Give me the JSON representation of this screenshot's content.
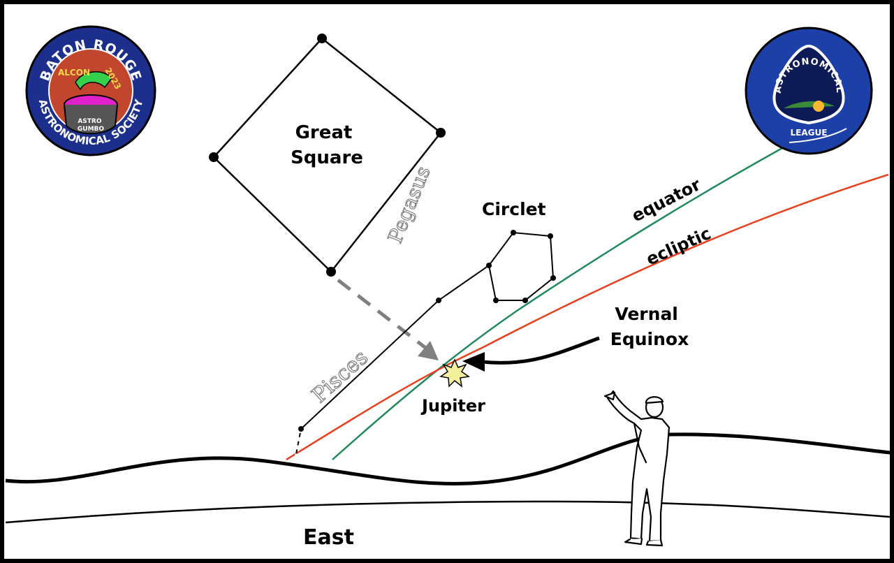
{
  "labels": {
    "great_square": [
      "Great",
      "Square"
    ],
    "pegasus": "Pegasus",
    "circlet": "Circlet",
    "pisces": "Pisces",
    "equator": "equator",
    "ecliptic": "ecliptic",
    "vernal_equinox": [
      "Vernal",
      "Equinox"
    ],
    "jupiter": "Jupiter",
    "east": "East"
  },
  "logo_left": {
    "top_text": "BATON ROUGE",
    "bottom_text": "ASTRONOMICAL SOCIETY",
    "alcon": "ALCON",
    "year": "2023",
    "pot_text": [
      "ASTRO",
      "GUMBO"
    ]
  },
  "logo_right": {
    "top_text": "ASTRONOMICAL",
    "bottom_text": "LEAGUE"
  },
  "colors": {
    "equator": "#1f8a5b",
    "ecliptic": "#e8401c",
    "pointer_arrow": "#808080",
    "left_logo_ring": "#1d2f8c",
    "left_logo_inner": "#c2452e",
    "right_logo_ring": "#1c3fa8",
    "jupiter_star": "#f3ef9a"
  }
}
